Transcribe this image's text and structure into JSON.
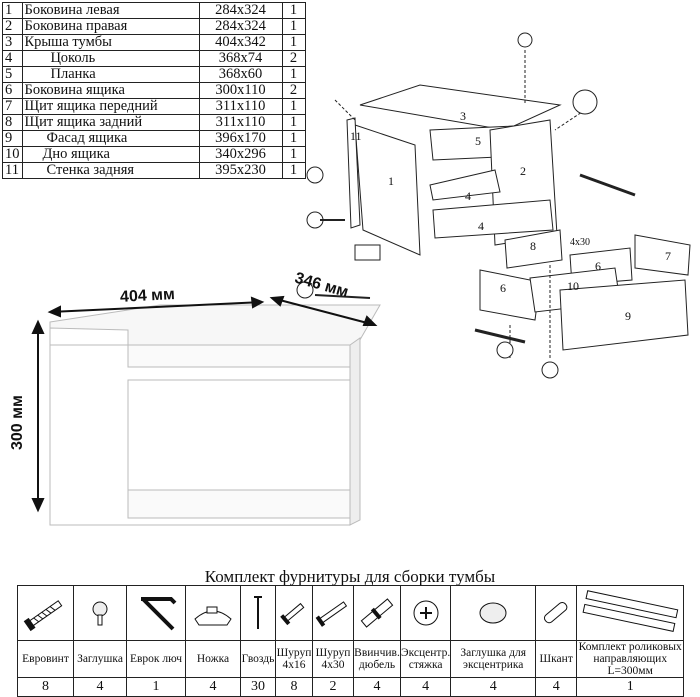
{
  "parts": [
    {
      "n": "1",
      "name": "Боковина левая",
      "size": "284x324",
      "qty": "1"
    },
    {
      "n": "2",
      "name": "Боковина правая",
      "size": "284x324",
      "qty": "1"
    },
    {
      "n": "3",
      "name": "Крыша тумбы",
      "size": "404x342",
      "qty": "1"
    },
    {
      "n": "4",
      "name": "Цоколь",
      "size": "368x74",
      "qty": "2"
    },
    {
      "n": "5",
      "name": "Планка",
      "size": "368x60",
      "qty": "1"
    },
    {
      "n": "6",
      "name": "Боковина ящика",
      "size": "300x110",
      "qty": "2"
    },
    {
      "n": "7",
      "name": "Щит ящика передний",
      "size": "311x110",
      "qty": "1"
    },
    {
      "n": "8",
      "name": "Щит ящика задний",
      "size": "311x110",
      "qty": "1"
    },
    {
      "n": "9",
      "name": "Фасад ящика",
      "size": "396x170",
      "qty": "1"
    },
    {
      "n": "10",
      "name": "Дно ящика",
      "size": "340x296",
      "qty": "1"
    },
    {
      "n": "11",
      "name": "Стенка задняя",
      "size": "395x230",
      "qty": "1"
    }
  ],
  "dimensions": {
    "width": "404 мм",
    "depth": "346 мм",
    "height": "300 мм"
  },
  "exploded": {
    "labels": [
      "3",
      "11",
      "1",
      "5",
      "2",
      "4",
      "4",
      "8",
      "6",
      "7",
      "6",
      "10",
      "9"
    ],
    "drill": "4x30"
  },
  "hardware": {
    "title": "Комплект фурнитуры для сборки тумбы",
    "items": [
      {
        "icon": "euroscrew-icon",
        "label": "Евровинт",
        "qty": "8"
      },
      {
        "icon": "cap-icon",
        "label": "Заглушка",
        "qty": "4"
      },
      {
        "icon": "hex-key-icon",
        "label": "Еврок люч",
        "qty": "1"
      },
      {
        "icon": "foot-icon",
        "label": "Ножка",
        "qty": "4"
      },
      {
        "icon": "nail-icon",
        "label": "Гвоздь",
        "qty": "30"
      },
      {
        "icon": "screw-small-icon",
        "label": "Шуруп 4x16",
        "qty": "8"
      },
      {
        "icon": "screw-long-icon",
        "label": "Шуруп 4x30",
        "qty": "2"
      },
      {
        "icon": "dowel-screw-icon",
        "label": "Ввинчив. дюбель",
        "qty": "4"
      },
      {
        "icon": "cam-lock-icon",
        "label": "Эксцентр. стяжка",
        "qty": "4"
      },
      {
        "icon": "cam-cap-icon",
        "label": "Заглушка для эксцентрика",
        "qty": "4"
      },
      {
        "icon": "wood-dowel-icon",
        "label": "Шкант",
        "qty": "4"
      },
      {
        "icon": "slide-rail-icon",
        "label": "Комплект роликовых направляющих L=300мм",
        "qty": "1"
      }
    ]
  }
}
